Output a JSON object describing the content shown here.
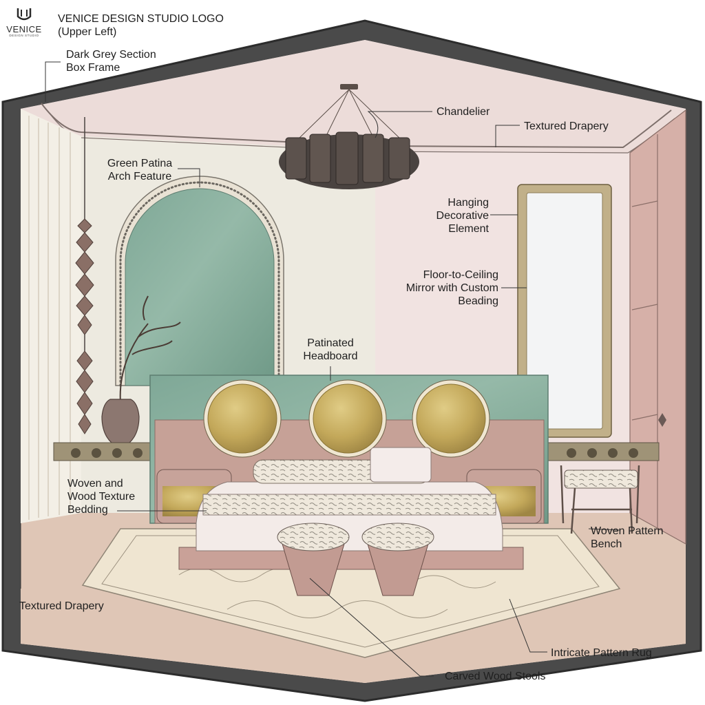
{
  "logo": {
    "wordmark": "VENICE",
    "tagline": "DESIGN STUDIO",
    "caption": "VENICE DESIGN STUDIO LOGO\n(Upper Left)"
  },
  "labels": {
    "frame": "Dark Grey Section\nBox Frame",
    "chandelier": "Chandelier",
    "drapery_top": "Textured Drapery",
    "arch": "Green Patina\nArch Feature",
    "hanging": "Hanging\nDecorative\nElement",
    "mirror": "Floor-to-Ceiling\nMirror with Custom\nBeading",
    "headboard": "Patinated\nHeadboard",
    "bedding": "Woven and\nWood Texture\nBedding",
    "bench": "Woven Pattern\nBench",
    "drapery_left": "Textured Drapery",
    "rug": "Intricate Pattern Rug",
    "stools": "Carved Wood Stools"
  },
  "colors": {
    "frame": "#4a4a4a",
    "wall": "#ede0dc",
    "patina": "#86b0a0",
    "gold": "#c3a85a",
    "blush": "#cfa79f",
    "floor": "#dfc6b6",
    "rug": "#efe5d1"
  }
}
